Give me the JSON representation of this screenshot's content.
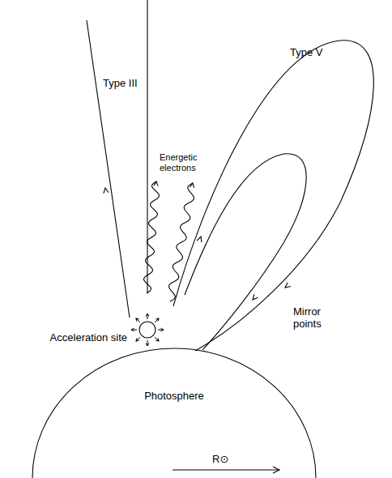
{
  "diagram": {
    "nodes": [
      {
        "text": [
          "Photosphere"
        ]
      },
      {
        "text": [
          "Acceleration site"
        ]
      }
    ],
    "labels": [
      "Type III",
      "Type V",
      "Energetic electrons",
      "Mirror points",
      "R⊙"
    ]
  }
}
